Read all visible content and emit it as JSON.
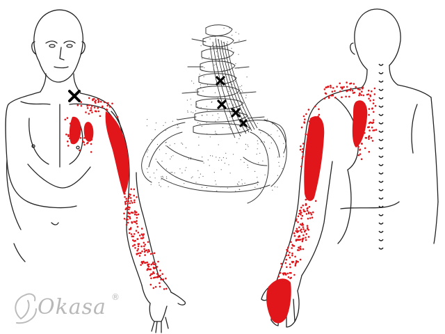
{
  "figure": {
    "panels": [
      {
        "view": "front"
      },
      {
        "view": "spine"
      },
      {
        "view": "back"
      }
    ],
    "colors": {
      "line": "#222222",
      "referred_pain": "#e0161b",
      "trigger_point": "#000000",
      "logo": "#b8b8b8"
    },
    "trigger_marker_icon": "x-mark-icon",
    "trigger_points_on_spine": 4,
    "trigger_points_on_front_body": 1
  },
  "brand": {
    "name": "Okasa",
    "registered": "®",
    "icon": "leaf-swirl-icon"
  }
}
